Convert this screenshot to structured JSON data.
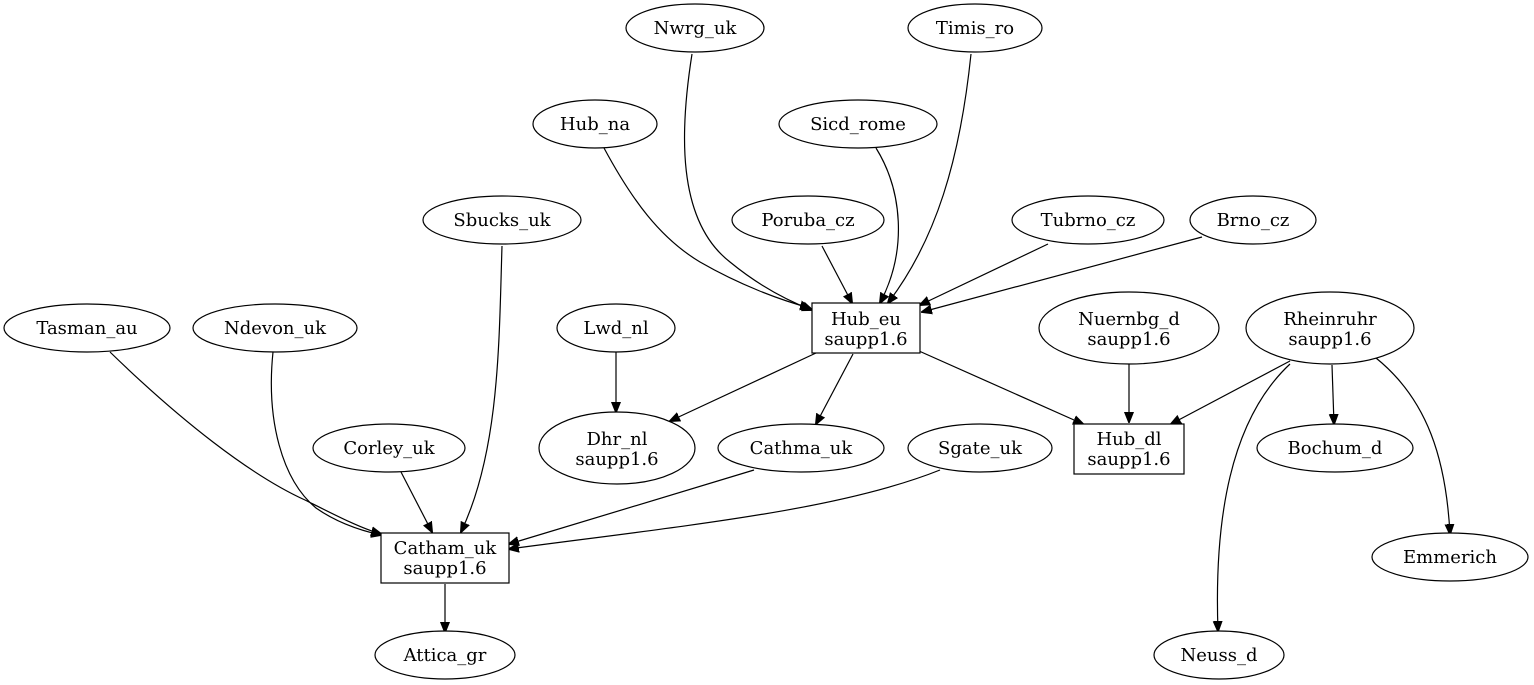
{
  "nodes": {
    "nwrg_uk": {
      "label": "Nwrg_uk"
    },
    "timis_ro": {
      "label": "Timis_ro"
    },
    "hub_na": {
      "label": "Hub_na"
    },
    "sicd_rome": {
      "label": "Sicd_rome"
    },
    "sbucks_uk": {
      "label": "Sbucks_uk"
    },
    "poruba_cz": {
      "label": "Poruba_cz"
    },
    "tubrno_cz": {
      "label": "Tubrno_cz"
    },
    "brno_cz": {
      "label": "Brno_cz"
    },
    "tasman_au": {
      "label": "Tasman_au"
    },
    "ndevon_uk": {
      "label": "Ndevon_uk"
    },
    "lwd_nl": {
      "label": "Lwd_nl"
    },
    "hub_eu": {
      "line1": "Hub_eu",
      "line2": "saupp1.6"
    },
    "nuernbg_d": {
      "line1": "Nuernbg_d",
      "line2": "saupp1.6"
    },
    "rheinruhr": {
      "line1": "Rheinruhr",
      "line2": "saupp1.6"
    },
    "corley_uk": {
      "label": "Corley_uk"
    },
    "dhr_nl": {
      "line1": "Dhr_nl",
      "line2": "saupp1.6"
    },
    "cathma_uk": {
      "label": "Cathma_uk"
    },
    "sgate_uk": {
      "label": "Sgate_uk"
    },
    "hub_dl": {
      "line1": "Hub_dl",
      "line2": "saupp1.6"
    },
    "bochum_d": {
      "label": "Bochum_d"
    },
    "catham_uk": {
      "line1": "Catham_uk",
      "line2": "saupp1.6"
    },
    "emmerich": {
      "label": "Emmerich"
    },
    "attica_gr": {
      "label": "Attica_gr"
    },
    "neuss_d": {
      "label": "Neuss_d"
    }
  },
  "edges": [
    {
      "from": "Nwrg_uk",
      "to": "Hub_eu"
    },
    {
      "from": "Timis_ro",
      "to": "Hub_eu"
    },
    {
      "from": "Hub_na",
      "to": "Hub_eu"
    },
    {
      "from": "Sicd_rome",
      "to": "Hub_eu"
    },
    {
      "from": "Poruba_cz",
      "to": "Hub_eu"
    },
    {
      "from": "Tubrno_cz",
      "to": "Hub_eu"
    },
    {
      "from": "Brno_cz",
      "to": "Hub_eu"
    },
    {
      "from": "Hub_eu",
      "to": "Dhr_nl"
    },
    {
      "from": "Hub_eu",
      "to": "Cathma_uk"
    },
    {
      "from": "Hub_eu",
      "to": "Hub_dl"
    },
    {
      "from": "Lwd_nl",
      "to": "Dhr_nl"
    },
    {
      "from": "Nuernbg_d",
      "to": "Hub_dl"
    },
    {
      "from": "Rheinruhr",
      "to": "Hub_dl"
    },
    {
      "from": "Rheinruhr",
      "to": "Bochum_d"
    },
    {
      "from": "Rheinruhr",
      "to": "Emmerich"
    },
    {
      "from": "Rheinruhr",
      "to": "Neuss_d"
    },
    {
      "from": "Tasman_au",
      "to": "Catham_uk"
    },
    {
      "from": "Ndevon_uk",
      "to": "Catham_uk"
    },
    {
      "from": "Sbucks_uk",
      "to": "Catham_uk"
    },
    {
      "from": "Corley_uk",
      "to": "Catham_uk"
    },
    {
      "from": "Cathma_uk",
      "to": "Catham_uk"
    },
    {
      "from": "Sgate_uk",
      "to": "Catham_uk"
    },
    {
      "from": "Catham_uk",
      "to": "Attica_gr"
    }
  ]
}
